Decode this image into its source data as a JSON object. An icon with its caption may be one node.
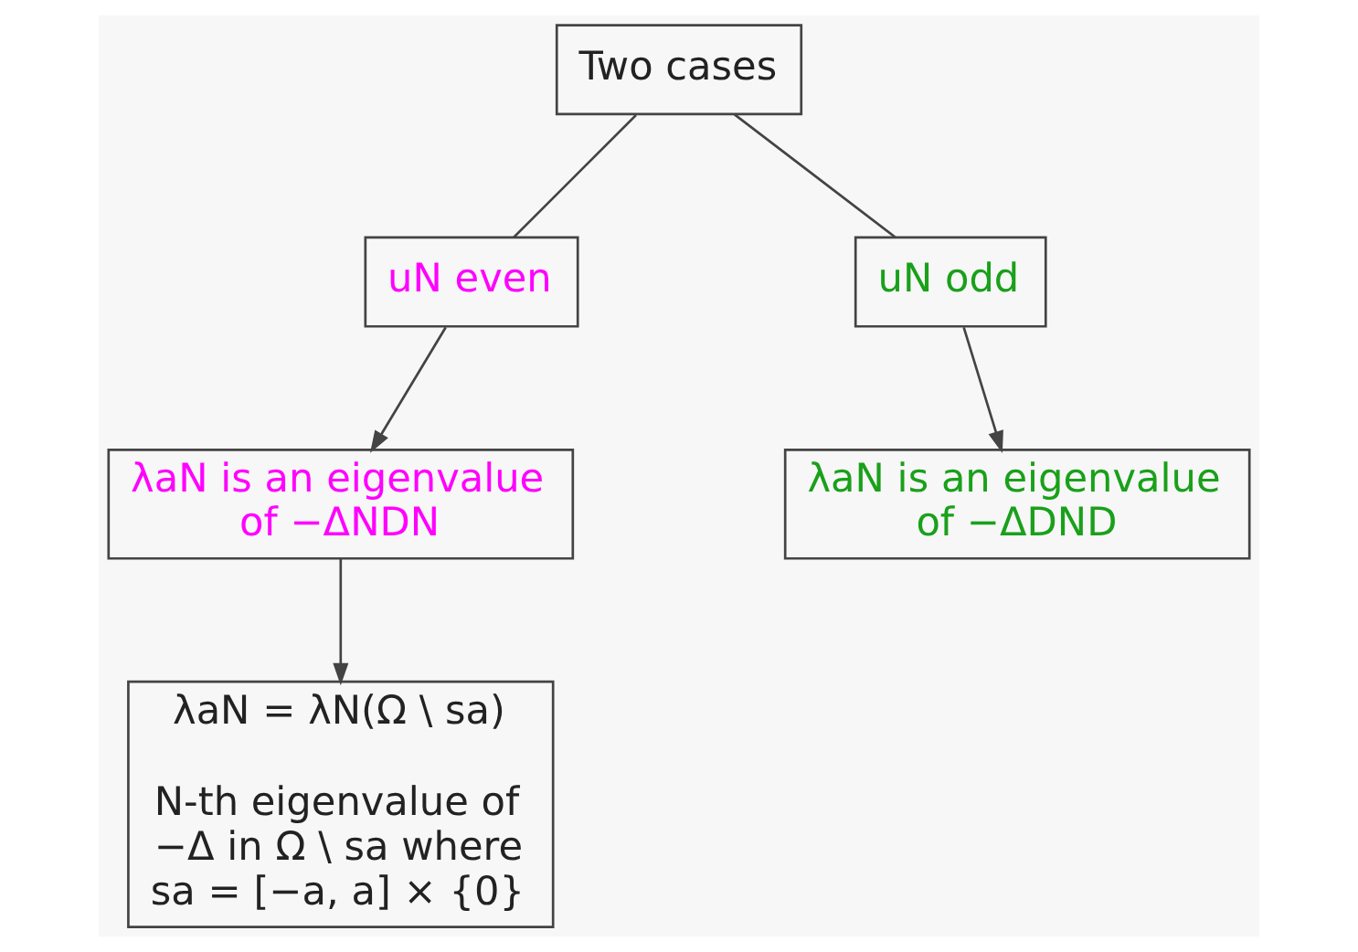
{
  "diagram": {
    "nodes": [
      {
        "text": [
          "Two cases"
        ]
      },
      {
        "text": [
          "uN even"
        ]
      },
      {
        "text": [
          "uN odd"
        ]
      },
      {
        "text": [
          "λaN is an eigenvalue of −ΔNDN"
        ]
      },
      {
        "text": [
          "λaN is an eigenvalue of −ΔDND"
        ]
      },
      {
        "text": [
          "λaN = λN(Ω \\ sa)",
          "N-th eigenvalue of −Δ in Ω \\ sa where sa = [−a, a] × {0}"
        ]
      }
    ],
    "edges": [
      {
        "from": 0,
        "to": 1,
        "arrow": "none"
      },
      {
        "from": 0,
        "to": 2,
        "arrow": "none"
      },
      {
        "from": 1,
        "to": 3,
        "arrow": "to"
      },
      {
        "from": 2,
        "to": 4,
        "arrow": "to"
      },
      {
        "from": 3,
        "to": 5,
        "arrow": "to"
      }
    ]
  }
}
